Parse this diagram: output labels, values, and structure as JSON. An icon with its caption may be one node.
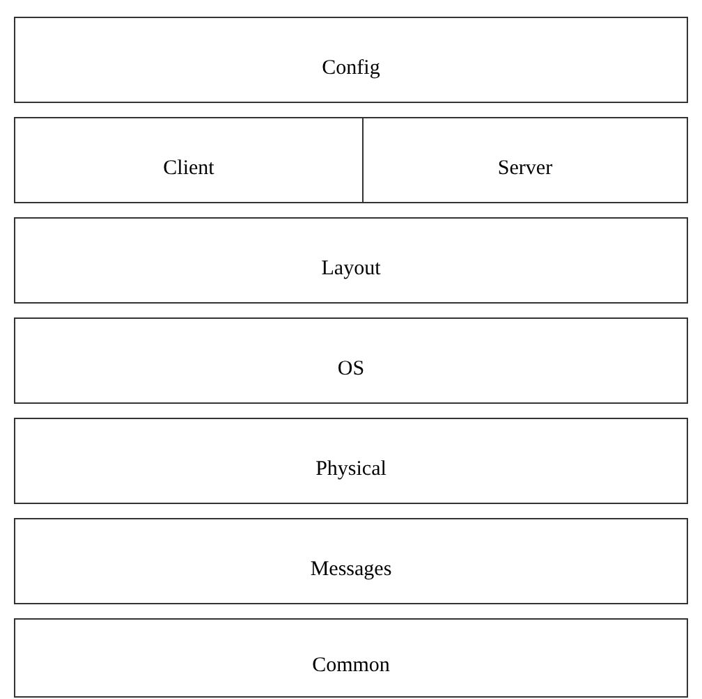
{
  "diagram": {
    "nodes": [
      {
        "text": [
          "Config"
        ]
      },
      {
        "text": [
          "Client"
        ]
      },
      {
        "text": [
          "Server"
        ]
      },
      {
        "text": [
          "Layout"
        ]
      },
      {
        "text": [
          "OS"
        ]
      },
      {
        "text": [
          "Physical"
        ]
      },
      {
        "text": [
          "Messages"
        ]
      },
      {
        "text": [
          "Common"
        ]
      }
    ]
  }
}
